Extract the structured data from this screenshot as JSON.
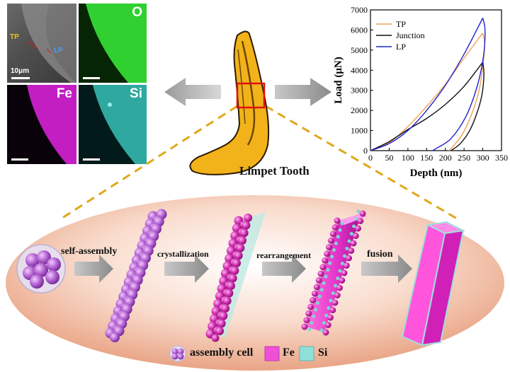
{
  "micrographs": {
    "sem": {
      "scale_label": "10μm",
      "tp_label": "TP",
      "lp_label": "LP"
    },
    "o_map": {
      "label": "O"
    },
    "fe_map": {
      "label": "Fe"
    },
    "si_map": {
      "label": "Si"
    }
  },
  "tooth": {
    "label": "Limpet Tooth"
  },
  "process": {
    "steps": [
      "self-assembly",
      "crystallization",
      "rearrangement",
      "fusion"
    ]
  },
  "legend": {
    "assembly_cell": "assembly cell",
    "fe": "Fe",
    "si": "Si"
  },
  "colors": {
    "fe": "#e040c8",
    "si": "#7fd6d0",
    "tp_curve": "#f0a050",
    "junction_curve": "#111111",
    "lp_curve": "#2222cc",
    "ellipse_bg": "#f3c6ae",
    "tooth_fill": "#f2b21a",
    "dash_line": "#e0a81a"
  },
  "chart_data": {
    "type": "line",
    "xlabel": "Depth (nm)",
    "ylabel": "Load (μN)",
    "xlim": [
      0,
      350
    ],
    "ylim": [
      0,
      7000
    ],
    "xticks": [
      "0",
      "50",
      "100",
      "150",
      "200",
      "250",
      "300",
      "350"
    ],
    "yticks": [
      "0",
      "1000",
      "2000",
      "3000",
      "4000",
      "5000",
      "6000",
      "7000"
    ],
    "legend_position": "top-left",
    "series": [
      {
        "name": "TP",
        "color": "#f0a050",
        "loading": [
          [
            0,
            0
          ],
          [
            50,
            400
          ],
          [
            100,
            1200
          ],
          [
            150,
            2200
          ],
          [
            200,
            3300
          ],
          [
            250,
            4600
          ],
          [
            300,
            5850
          ]
        ],
        "unloading": [
          [
            300,
            5850
          ],
          [
            305,
            5300
          ],
          [
            300,
            4200
          ],
          [
            290,
            3000
          ],
          [
            270,
            1800
          ],
          [
            245,
            800
          ],
          [
            220,
            200
          ],
          [
            210,
            0
          ]
        ]
      },
      {
        "name": "Junction",
        "color": "#111111",
        "loading": [
          [
            0,
            0
          ],
          [
            50,
            450
          ],
          [
            100,
            1050
          ],
          [
            150,
            1600
          ],
          [
            200,
            2300
          ],
          [
            250,
            3200
          ],
          [
            300,
            4400
          ]
        ],
        "unloading": [
          [
            300,
            4400
          ],
          [
            303,
            3800
          ],
          [
            298,
            2800
          ],
          [
            285,
            1900
          ],
          [
            265,
            1000
          ],
          [
            240,
            350
          ],
          [
            215,
            0
          ]
        ]
      },
      {
        "name": "LP",
        "color": "#2222cc",
        "loading": [
          [
            0,
            0
          ],
          [
            50,
            350
          ],
          [
            100,
            1000
          ],
          [
            150,
            2000
          ],
          [
            200,
            3250
          ],
          [
            250,
            4800
          ],
          [
            300,
            6600
          ]
        ],
        "unloading": [
          [
            300,
            6600
          ],
          [
            306,
            6000
          ],
          [
            302,
            4700
          ],
          [
            285,
            3200
          ],
          [
            255,
            1700
          ],
          [
            215,
            600
          ],
          [
            175,
            100
          ],
          [
            165,
            0
          ]
        ]
      }
    ]
  }
}
